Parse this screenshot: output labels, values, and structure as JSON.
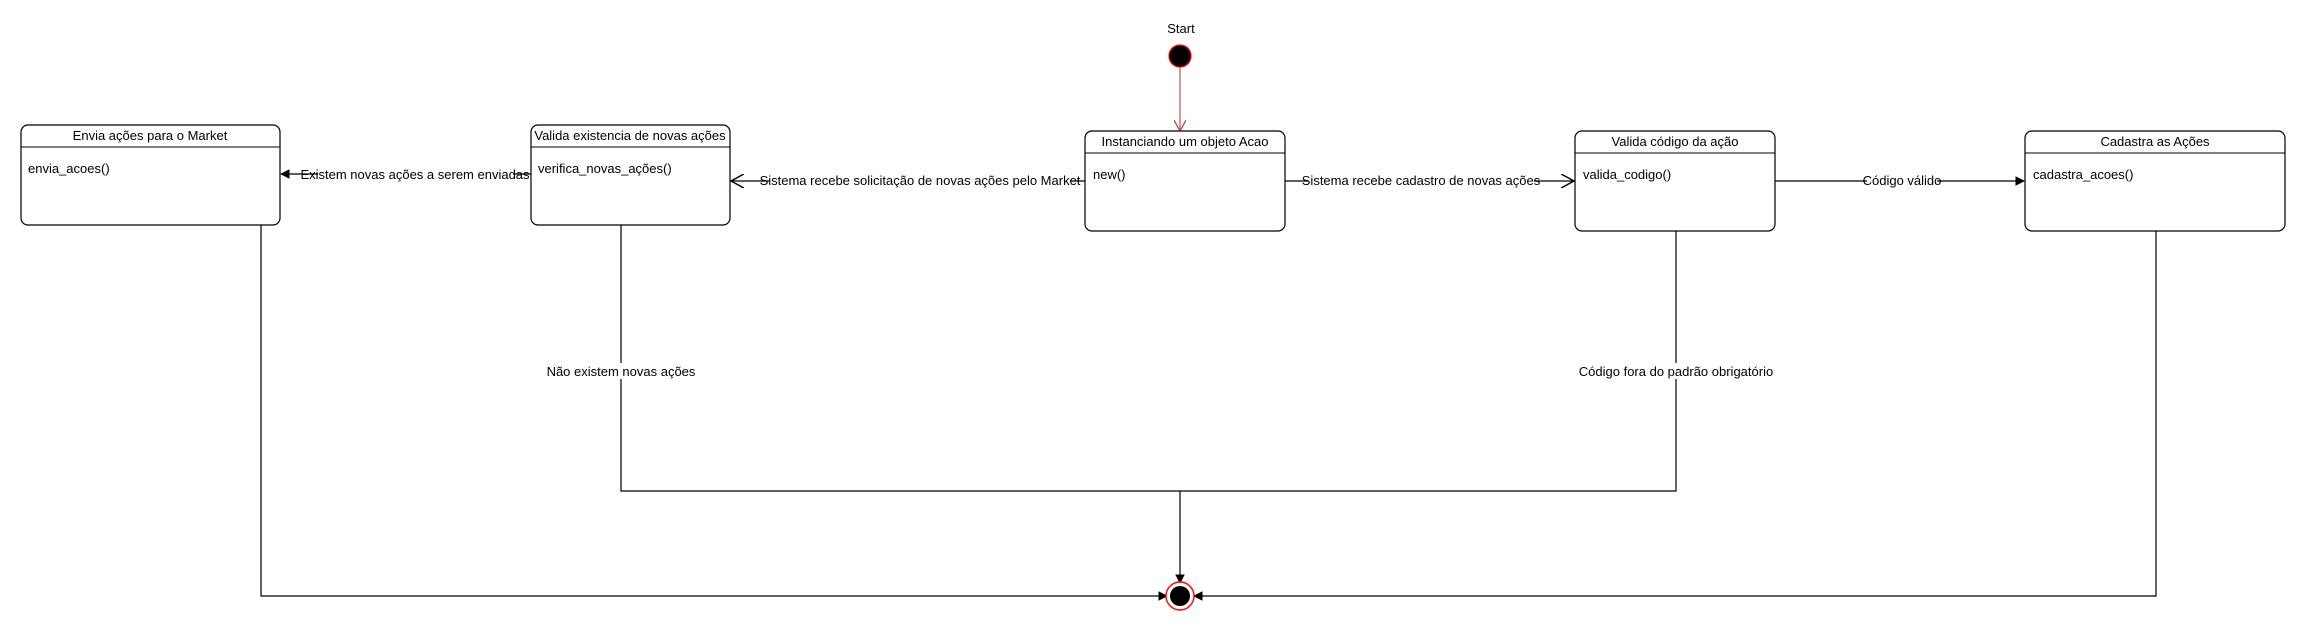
{
  "diagram": {
    "start_label": "Start",
    "states": {
      "envia": {
        "title": "Envia ações para o Market",
        "method": "envia_acoes()"
      },
      "valida_existencia": {
        "title": "Valida existencia de novas ações",
        "method": "verifica_novas_ações()"
      },
      "instanciando": {
        "title": "Instanciando um objeto Acao",
        "method": "new()"
      },
      "valida_codigo": {
        "title": "Valida código da ação",
        "method": "valida_codigo()"
      },
      "cadastra": {
        "title": "Cadastra as Ações",
        "method": "cadastra_acoes()"
      }
    },
    "transitions": {
      "existem_novas": "Existem novas ações a serem enviadas",
      "solicitacao_market": "Sistema recebe solicitação de novas ações pelo Market",
      "cadastro_novas": "Sistema recebe cadastro de novas ações",
      "codigo_valido": "Código válido",
      "nao_existem": "Não existem novas ações",
      "codigo_fora": "Código fora do padrão obrigatório"
    },
    "colors": {
      "stroke": "#000000",
      "start_arrow": "#b85450",
      "end_ring": "#ff0000"
    }
  }
}
